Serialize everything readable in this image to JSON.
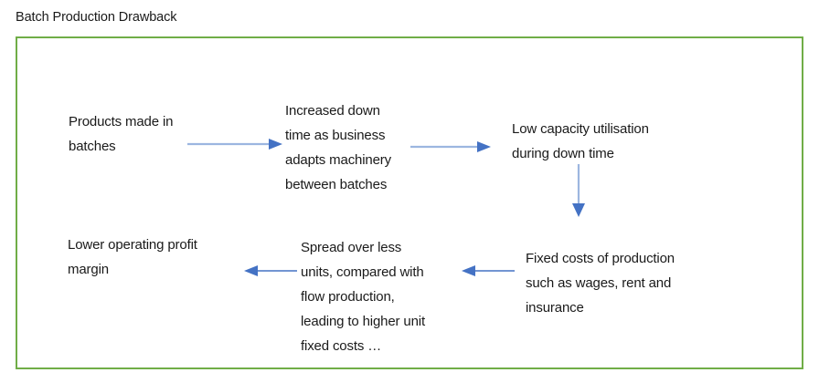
{
  "diagram": {
    "title": "Batch Production Drawback",
    "border_color": "#70ad47",
    "text_color": "#1a1a1a",
    "arrow_shaft_color": "#9cb6e0",
    "arrow_head_color": "#4472c4",
    "nodes": {
      "products": {
        "name": "products-made-in-batches",
        "lines": [
          "Products made in",
          "batches"
        ]
      },
      "downtime": {
        "name": "increased-down-time",
        "lines": [
          "Increased down",
          "time as business",
          "adapts machinery",
          "between batches"
        ]
      },
      "low_capacity": {
        "name": "low-capacity-utilisation",
        "lines": [
          "Low capacity utilisation",
          "during down time"
        ]
      },
      "fixed_costs": {
        "name": "fixed-costs-of-production",
        "lines": [
          "Fixed costs of production",
          "such as wages, rent and",
          "insurance"
        ]
      },
      "spread": {
        "name": "spread-over-less-units",
        "lines": [
          "Spread over less",
          "units, compared with",
          "flow production,",
          "leading to higher unit",
          "fixed costs …"
        ]
      },
      "margin": {
        "name": "lower-operating-profit-margin",
        "lines": [
          "Lower operating profit",
          "margin"
        ]
      }
    },
    "arrows": [
      {
        "name": "arrow-products-to-downtime",
        "direction": "right"
      },
      {
        "name": "arrow-downtime-to-low-capacity",
        "direction": "right"
      },
      {
        "name": "arrow-low-capacity-to-fixed-costs",
        "direction": "down"
      },
      {
        "name": "arrow-fixed-costs-to-spread",
        "direction": "left"
      },
      {
        "name": "arrow-spread-to-margin",
        "direction": "left"
      }
    ]
  }
}
